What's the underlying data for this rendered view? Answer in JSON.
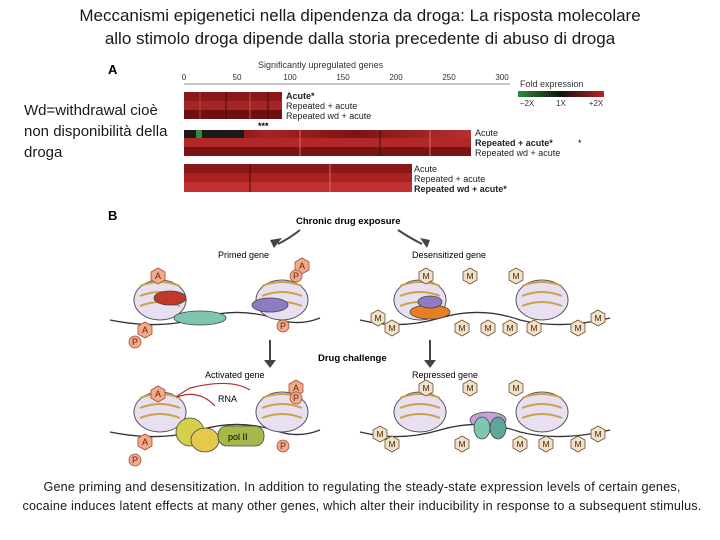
{
  "slide": {
    "title_line1": "Meccanismi epigenetici nella dipendenza da droga: La risposta molecolare",
    "title_line2": "allo stimolo droga dipende dalla storia precedente di abuso di droga",
    "side_note": "Wd=withdrawal cioè non disponibilità della droga",
    "caption": "Gene priming and desensitization. In addition to regulating the steady-state expression levels of certain genes, cocaine induces latent effects at many other genes, which alter their inducibility in response to a subsequent stimulus."
  },
  "panel_a": {
    "label": "A",
    "axis_title": "Significantly upregulated genes",
    "ticks": [
      "0",
      "50",
      "100",
      "150",
      "200",
      "250",
      "300"
    ],
    "legend_title": "Fold expression",
    "legend_ticks": [
      "−2X",
      "1X",
      "+2X"
    ],
    "group1": [
      "Acute*",
      "Repeated + acute",
      "Repeated wd + acute"
    ],
    "group2": [
      "Acute",
      "Repeated + acute*",
      "Repeated wd + acute"
    ],
    "group3": [
      "Acute",
      "Repeated + acute",
      "Repeated wd + acute*"
    ],
    "stars": "***",
    "star2": "*",
    "colors": {
      "heat_dark": "#7a1414",
      "heat_mid": "#b02828",
      "heat_light": "#d86a5a",
      "green": "#2e8b3a"
    }
  },
  "panel_b": {
    "label": "B",
    "chronic": "Chronic drug exposure",
    "primed": "Primed gene",
    "desensitized": "Desensitized gene",
    "challenge": "Drug challenge",
    "activated": "Activated gene",
    "repressed": "Repressed gene",
    "rna": "RNA",
    "pol": "pol II",
    "mark_a": "A",
    "mark_p": "P",
    "mark_m": "M"
  }
}
